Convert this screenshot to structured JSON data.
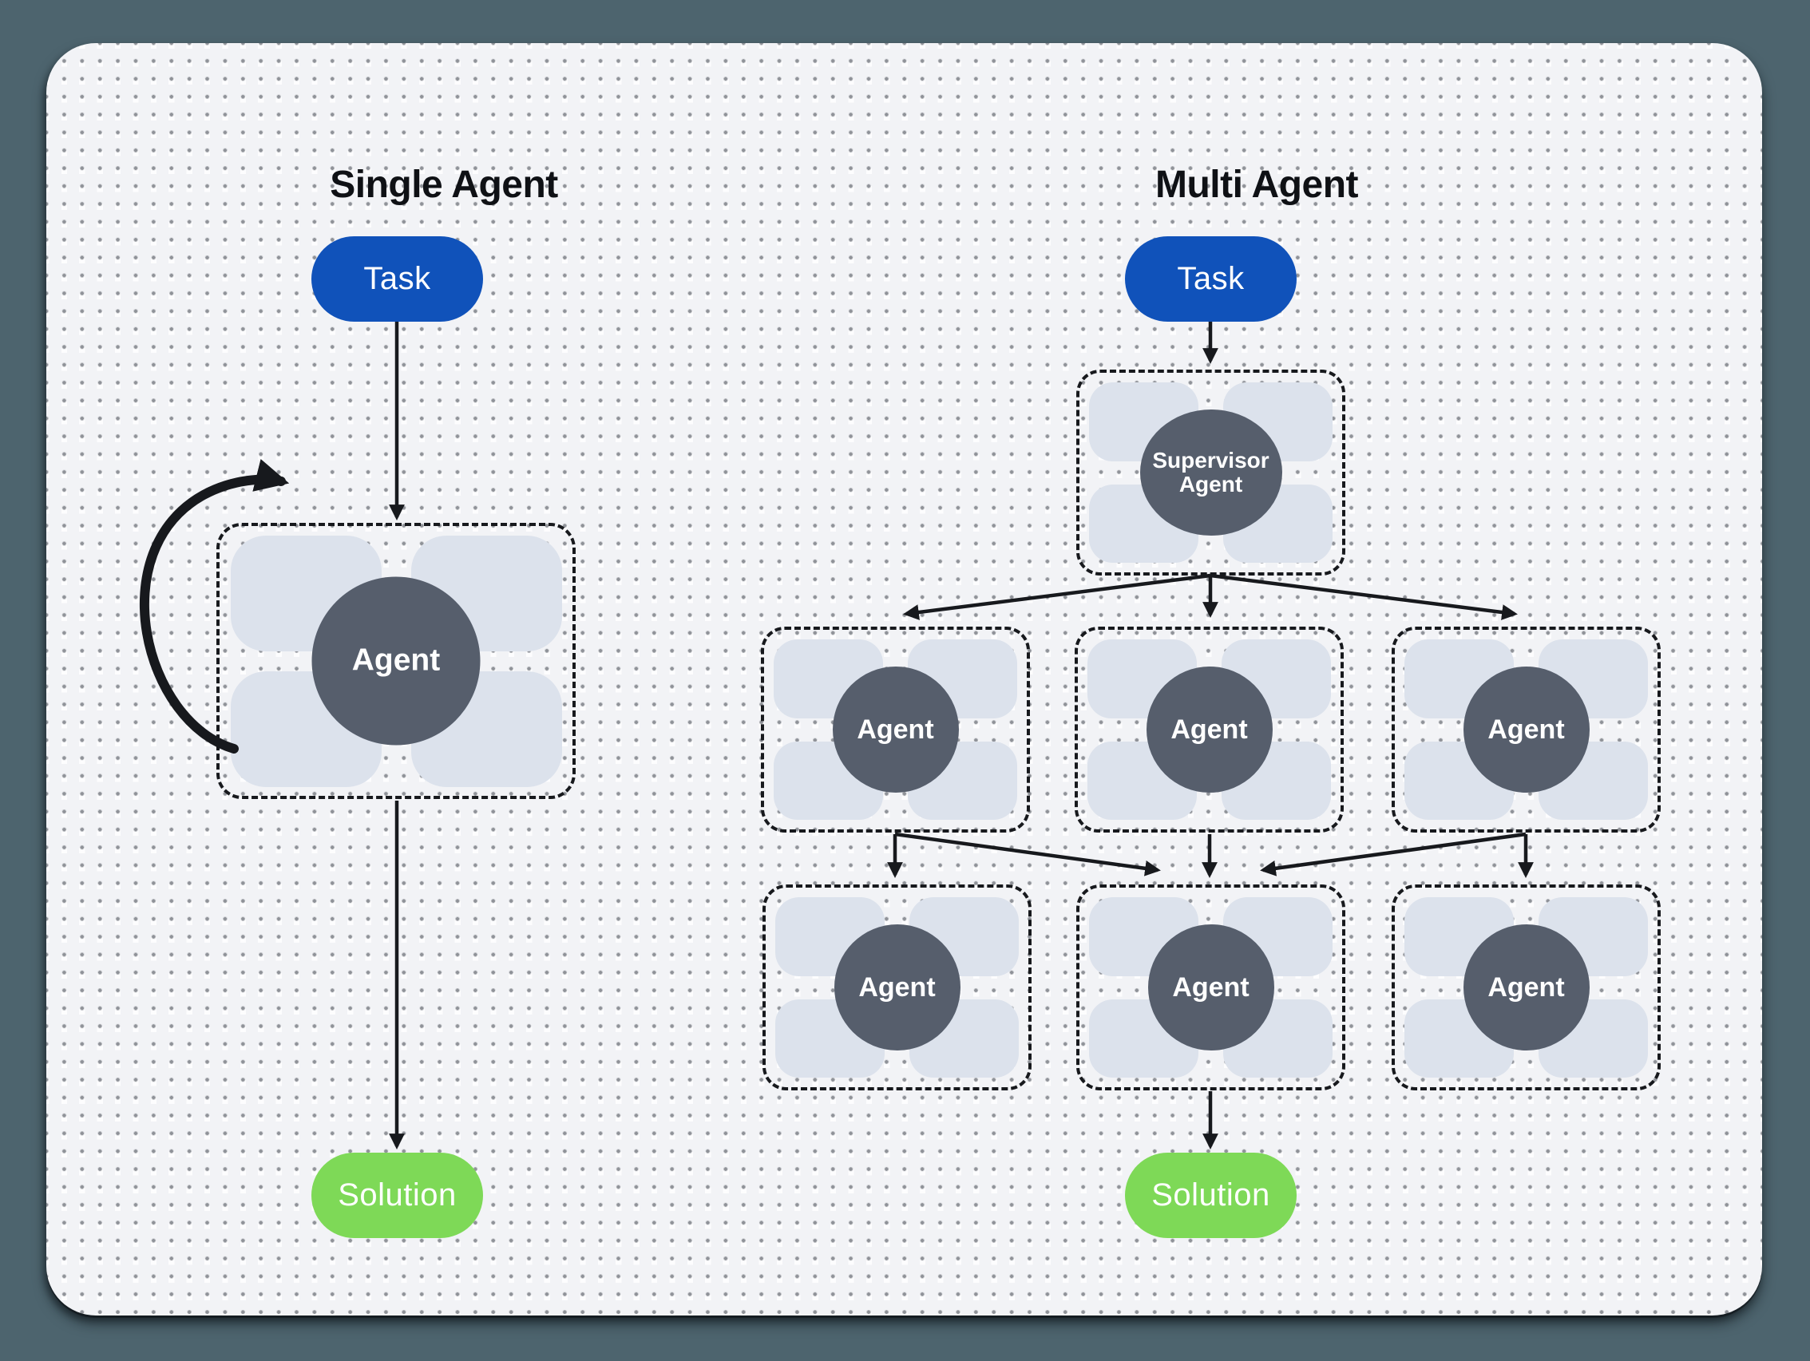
{
  "scene": {
    "background_color": "#4d646e",
    "canvas_color": "#fdfdfe",
    "dot_grid": true
  },
  "titles": {
    "left": "Single Agent",
    "right": "Multi Agent"
  },
  "labels": {
    "task": "Task",
    "solution": "Solution",
    "agent": "Agent",
    "supervisor": "Supervisor Agent"
  },
  "colors": {
    "task_pill": "#1052ba",
    "solution_pill": "#7ed957",
    "agent_circle": "#565e6c",
    "tool_chip": "#dce2ec",
    "arrow": "#17191d",
    "title_text": "#0f1115",
    "pill_text": "#ffffff"
  },
  "diagram": {
    "left": {
      "nodes": [
        "Task",
        "Agent",
        "Solution"
      ],
      "edges": [
        {
          "from": "Task",
          "to": "Agent"
        },
        {
          "from": "Agent",
          "to": "Agent",
          "type": "self-loop"
        },
        {
          "from": "Agent",
          "to": "Solution"
        }
      ]
    },
    "right": {
      "nodes": [
        "Task",
        "Supervisor Agent",
        "Agent x6",
        "Solution"
      ],
      "edges": [
        {
          "from": "Task",
          "to": "Supervisor Agent"
        },
        {
          "from": "Supervisor Agent",
          "to": "Agent mid-left"
        },
        {
          "from": "Supervisor Agent",
          "to": "Agent mid-center"
        },
        {
          "from": "Supervisor Agent",
          "to": "Agent mid-right"
        },
        {
          "from": "Agent mid-left",
          "to": "Agent bottom-left"
        },
        {
          "from": "Agent mid-left",
          "to": "Agent bottom-center"
        },
        {
          "from": "Agent mid-center",
          "to": "Agent bottom-center"
        },
        {
          "from": "Agent mid-right",
          "to": "Agent bottom-center"
        },
        {
          "from": "Agent mid-right",
          "to": "Agent bottom-right"
        },
        {
          "from": "Agent bottom-center",
          "to": "Solution"
        }
      ]
    }
  }
}
